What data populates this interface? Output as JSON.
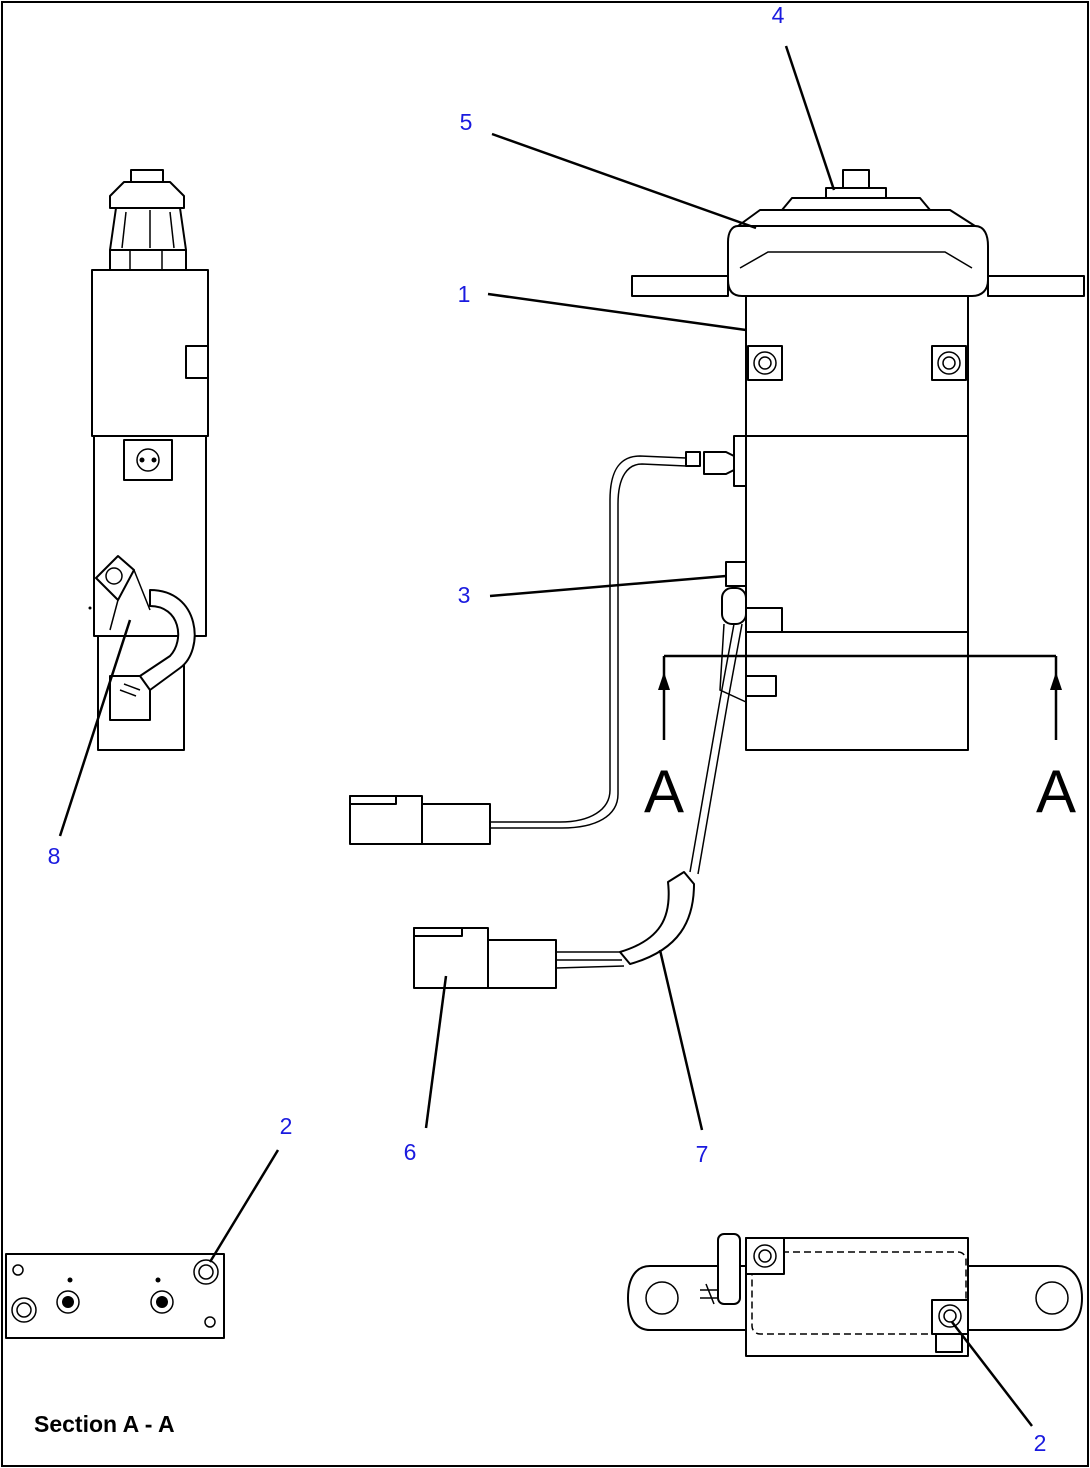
{
  "diagram": {
    "callouts": {
      "part1": "1",
      "part2_section": "2",
      "part2_bottom": "2",
      "part3": "3",
      "part4": "4",
      "part5": "5",
      "part6": "6",
      "part7": "7",
      "part8": "8"
    },
    "section_view_left": "A",
    "section_view_right": "A",
    "section_caption": "Section A - A",
    "colors": {
      "callout": "#1a1adf",
      "linework": "#000000"
    }
  }
}
